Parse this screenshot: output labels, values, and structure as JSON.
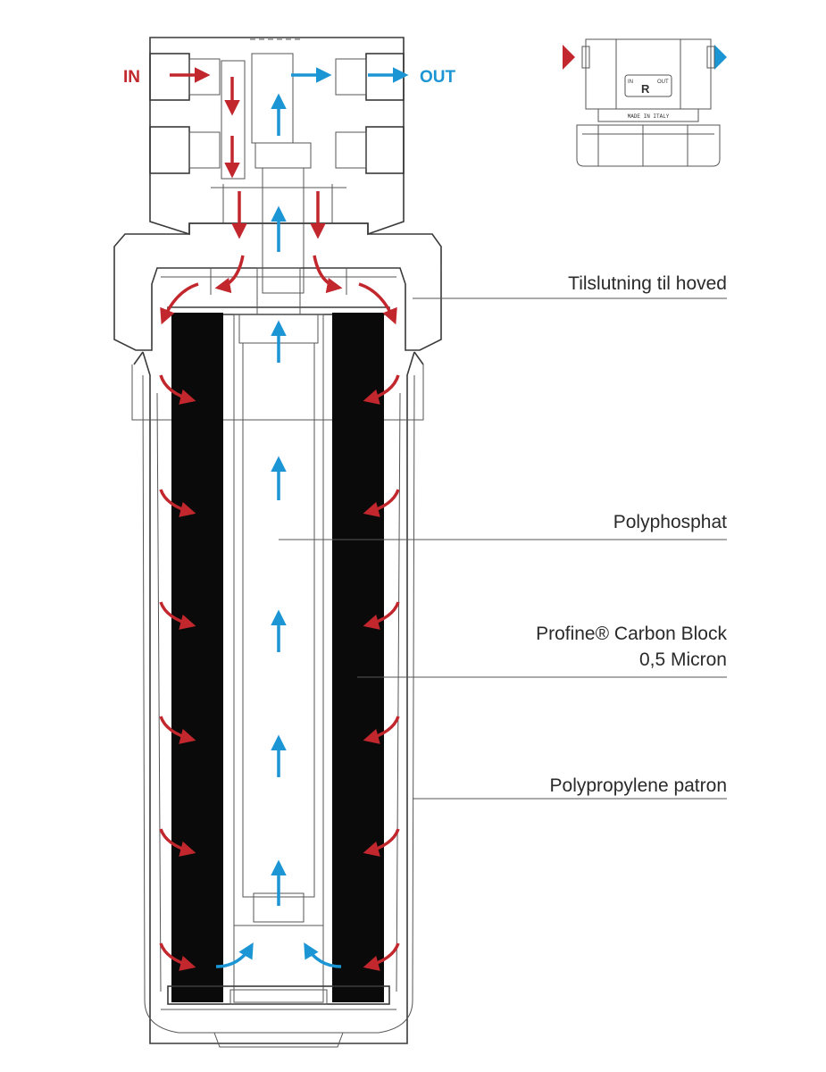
{
  "ports": {
    "inlet_label": "IN",
    "outlet_label": "OUT"
  },
  "inset": {
    "marking_in": "IN",
    "marking_brand": "R",
    "marking_out": "OUT",
    "made_in": "MADE IN ITALY"
  },
  "callouts": [
    {
      "lines": [
        "Tilslutning til hoved"
      ]
    },
    {
      "lines": [
        "Polyphosphat"
      ]
    },
    {
      "lines": [
        "Profine® Carbon Block",
        "0,5 Micron"
      ]
    },
    {
      "lines": [
        "Polypropylene patron"
      ]
    }
  ],
  "colors": {
    "inflow": "#c1272d",
    "outflow": "#1b95d3",
    "carbon": "#0a0a0a",
    "outline": "#3a3a3a"
  }
}
